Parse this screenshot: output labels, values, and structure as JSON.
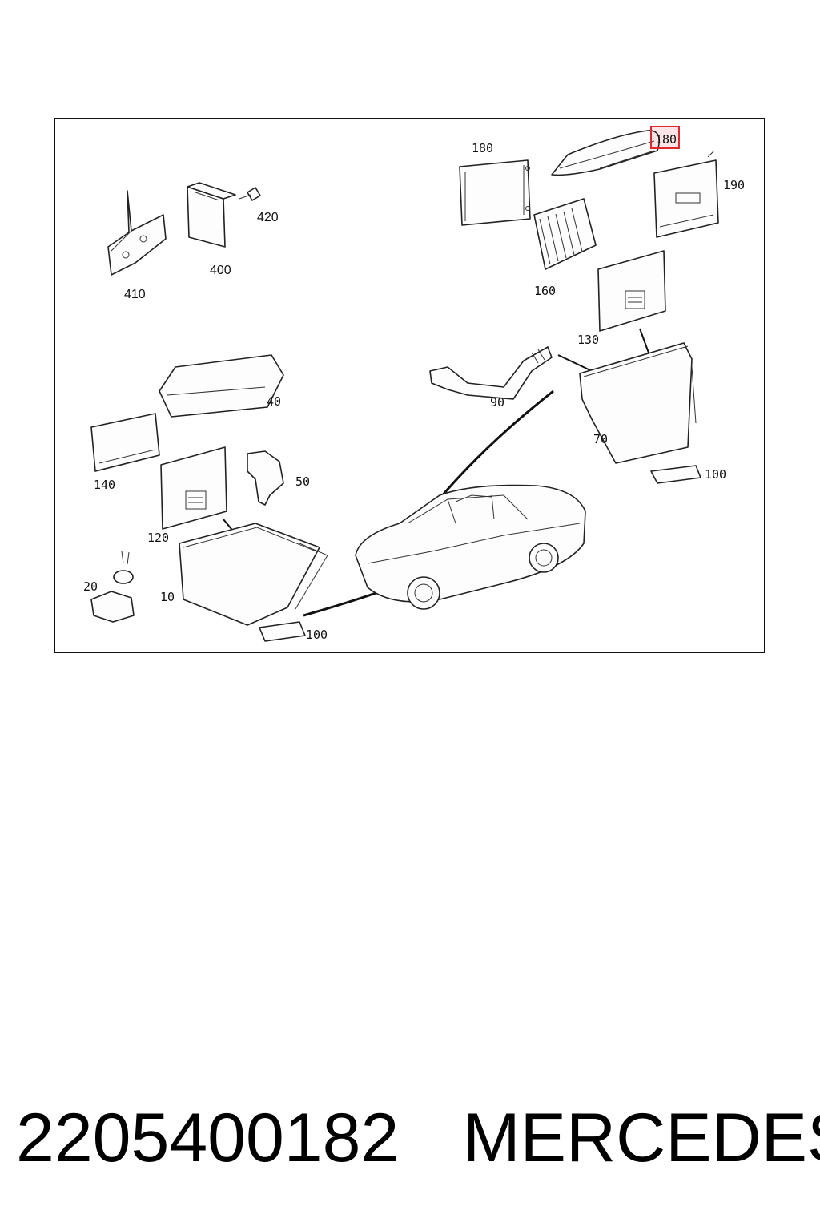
{
  "labels": {
    "l180a": "180",
    "l180b": "180",
    "l190": "190",
    "l160": "160",
    "l130": "130",
    "l410": "410",
    "l400": "400",
    "l420": "420",
    "l40": "40",
    "l90": "90",
    "l70": "70",
    "l100a": "100",
    "l140": "140",
    "l50": "50",
    "l120": "120",
    "l20": "20",
    "l10": "10",
    "l100b": "100"
  },
  "highlight_color": "#e0292f",
  "footer": {
    "part_number": "2205400182",
    "brand": "MERCEDES"
  }
}
